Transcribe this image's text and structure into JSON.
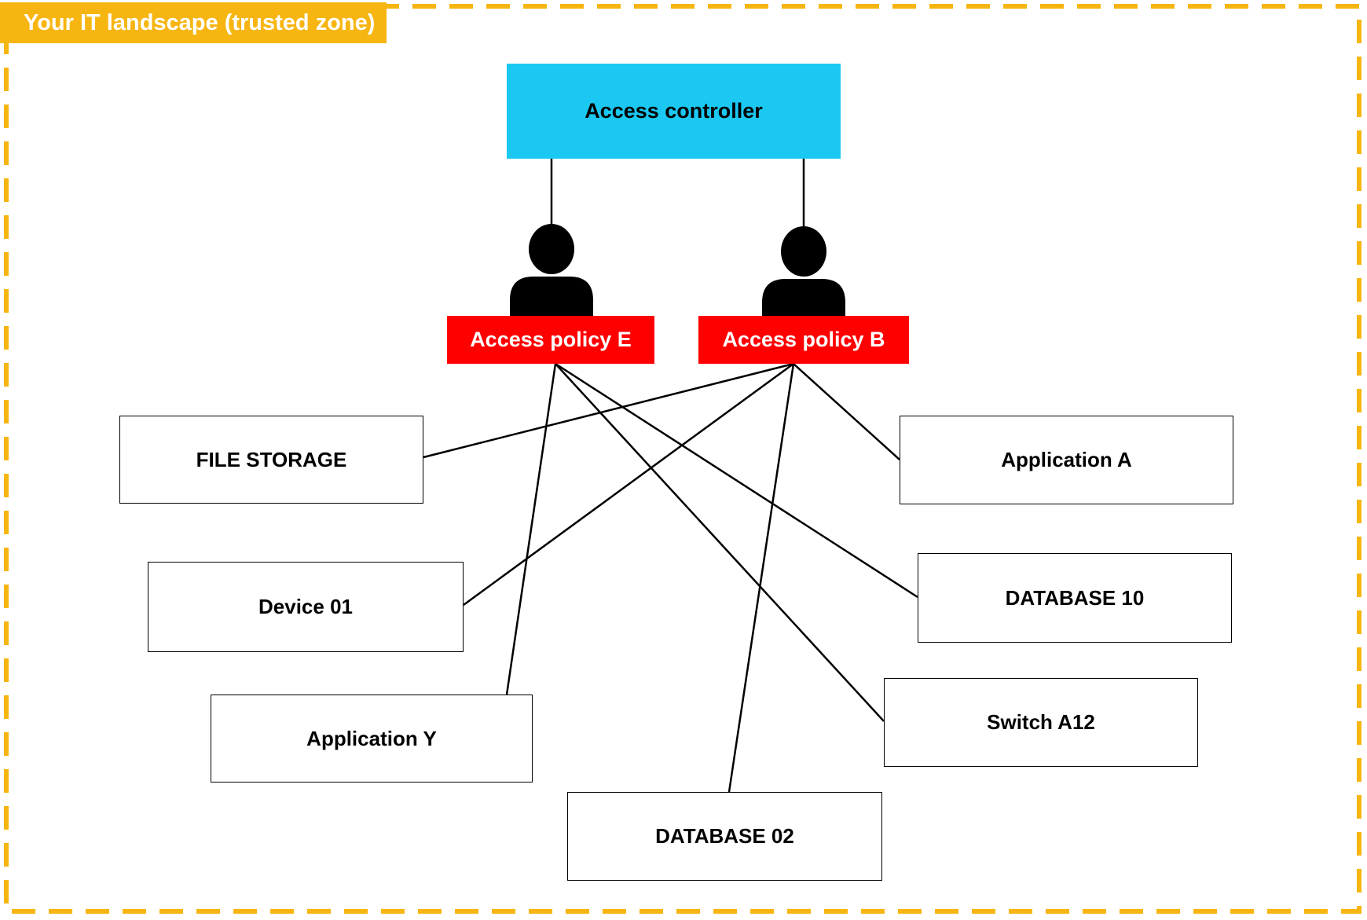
{
  "banner": {
    "title": "Your IT landscape (trusted zone)"
  },
  "colors": {
    "accent_yellow": "#F7B511",
    "controller_cyan": "#1AC8F2",
    "policy_red": "#FE0000",
    "line_black": "#000000"
  },
  "nodes": {
    "controller": {
      "label": "Access controller"
    },
    "users": [
      {
        "id": "userE",
        "icon": "person-icon"
      },
      {
        "id": "userB",
        "icon": "person-icon"
      }
    ],
    "policies": [
      {
        "id": "policyE",
        "label": "Access policy E"
      },
      {
        "id": "policyB",
        "label": "Access policy B"
      }
    ],
    "resources": [
      {
        "id": "fileStorage",
        "label": "FILE STORAGE"
      },
      {
        "id": "applicationA",
        "label": "Application A"
      },
      {
        "id": "device01",
        "label": "Device 01"
      },
      {
        "id": "database10",
        "label": "DATABASE 10"
      },
      {
        "id": "applicationY",
        "label": "Application Y"
      },
      {
        "id": "switchA12",
        "label": "Switch A12"
      },
      {
        "id": "database02",
        "label": "DATABASE 02"
      }
    ]
  },
  "connections": [
    {
      "from": "controller",
      "to": "userE"
    },
    {
      "from": "controller",
      "to": "userB"
    },
    {
      "from": "policyE",
      "to": "applicationY"
    },
    {
      "from": "policyE",
      "to": "database10"
    },
    {
      "from": "policyE",
      "to": "switchA12"
    },
    {
      "from": "policyB",
      "to": "fileStorage"
    },
    {
      "from": "policyB",
      "to": "device01"
    },
    {
      "from": "policyB",
      "to": "database02"
    },
    {
      "from": "policyB",
      "to": "applicationA"
    }
  ]
}
